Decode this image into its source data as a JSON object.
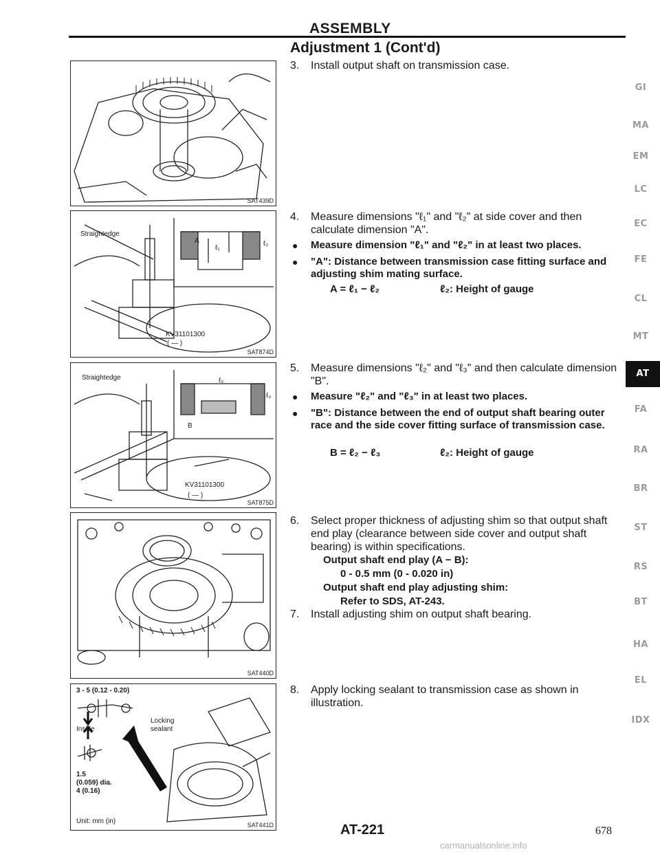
{
  "header": {
    "section": "ASSEMBLY",
    "subtitle": "Adjustment 1 (Cont'd)"
  },
  "figures": [
    {
      "code": "SAT439D"
    },
    {
      "code": "SAT874D",
      "labels": [
        "Straightedge",
        "KV31101300",
        "( — )",
        "A",
        "ℓ₁",
        "ℓ₂"
      ]
    },
    {
      "code": "SAT875D",
      "labels": [
        "Straightedge",
        "KV31101300",
        "( — )",
        "B",
        "ℓ₂",
        "ℓ₃"
      ]
    },
    {
      "code": "SAT440D"
    },
    {
      "code": "SAT441D",
      "labels": [
        "3 - 5 (0.12 - 0.20)",
        "Inside",
        "Locking",
        "sealant",
        "1.5",
        "(0.059) dia.",
        "4 (0.16)",
        "Unit: mm (in)"
      ]
    }
  ],
  "steps": {
    "s3": {
      "num": "3.",
      "text": "Install output shaft on transmission case."
    },
    "s4": {
      "num": "4.",
      "text": "Measure dimensions \"ℓ₁\" and \"ℓ₂\" at side cover and then calculate dimension \"A\"."
    },
    "b4a": "Measure dimension \"ℓ₁\" and \"ℓ₂\" in at least two places.",
    "b4b": "\"A\": Distance between transmission case fitting surface and adjusting shim mating surface.",
    "f4": {
      "left": "A = ℓ₁ − ℓ₂",
      "right": "ℓ₂: Height of gauge"
    },
    "s5": {
      "num": "5.",
      "text": "Measure dimensions \"ℓ₂\" and \"ℓ₃\" and then calculate dimension \"B\"."
    },
    "b5a": "Measure \"ℓ₂\" and \"ℓ₃\" in at least two places.",
    "b5b": "\"B\": Distance between the end of output shaft bearing outer race and the side cover fitting surface of transmission case.",
    "f5": {
      "left": "B = ℓ₂ − ℓ₃",
      "right": "ℓ₂: Height of gauge"
    },
    "s6": {
      "num": "6.",
      "text": "Select proper thickness of adjusting shim so that output shaft end play (clearance between side cover and output shaft bearing) is within specifications."
    },
    "spec1": "Output shaft end play (A − B):",
    "spec2": "0 - 0.5 mm (0 - 0.020 in)",
    "spec3": "Output shaft end play adjusting shim:",
    "spec4": "Refer to SDS, AT-243.",
    "s7": {
      "num": "7.",
      "text": "Install adjusting shim on output shaft bearing."
    },
    "s8": {
      "num": "8.",
      "text": "Apply locking sealant to transmission case as shown in illustration."
    }
  },
  "tabs": [
    "GI",
    "MA",
    "EM",
    "LC",
    "EC",
    "FE",
    "CL",
    "MT",
    "AT",
    "FA",
    "RA",
    "BR",
    "ST",
    "RS",
    "BT",
    "HA",
    "EL",
    "IDX"
  ],
  "active_tab": "AT",
  "footer": {
    "page": "AT-221",
    "total_page": "678",
    "watermark": "carmanualsonline.info"
  }
}
